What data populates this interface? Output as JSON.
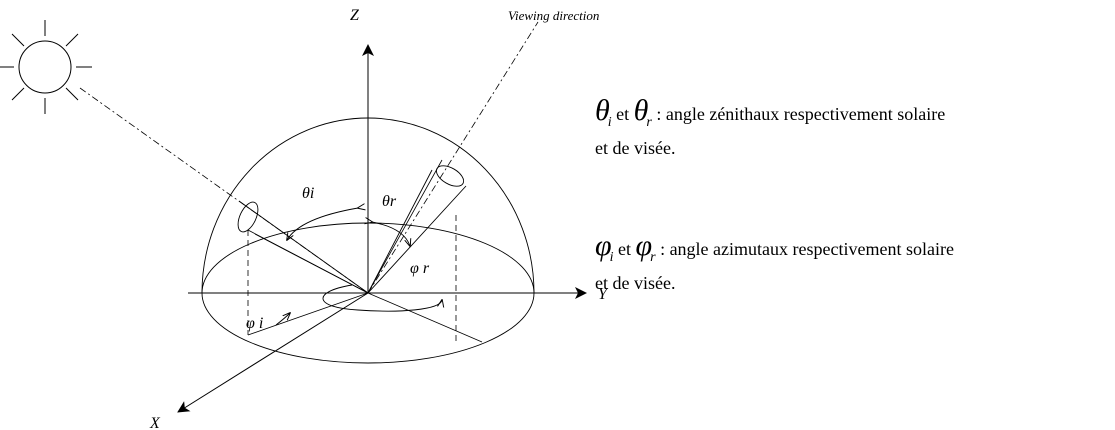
{
  "diagram": {
    "axis_z": "Z",
    "axis_y": "Y",
    "axis_x": "X",
    "viewing_direction": "Viewing direction",
    "theta_i": "θi",
    "theta_r": "θr",
    "phi_i": "φ i",
    "phi_r": "φ r"
  },
  "legend": {
    "theta": {
      "sym1": "θ",
      "sub1": "i",
      "et": "et",
      "sym2": "θ",
      "sub2": "r",
      "text": ": angle zénithaux respectivement solaire",
      "continuation": "et de visée."
    },
    "phi": {
      "sym1": "φ",
      "sub1": "i",
      "et": "et",
      "sym2": "φ",
      "sub2": "r",
      "text": ": angle azimutaux respectivement solaire",
      "continuation": "et de visée."
    }
  }
}
